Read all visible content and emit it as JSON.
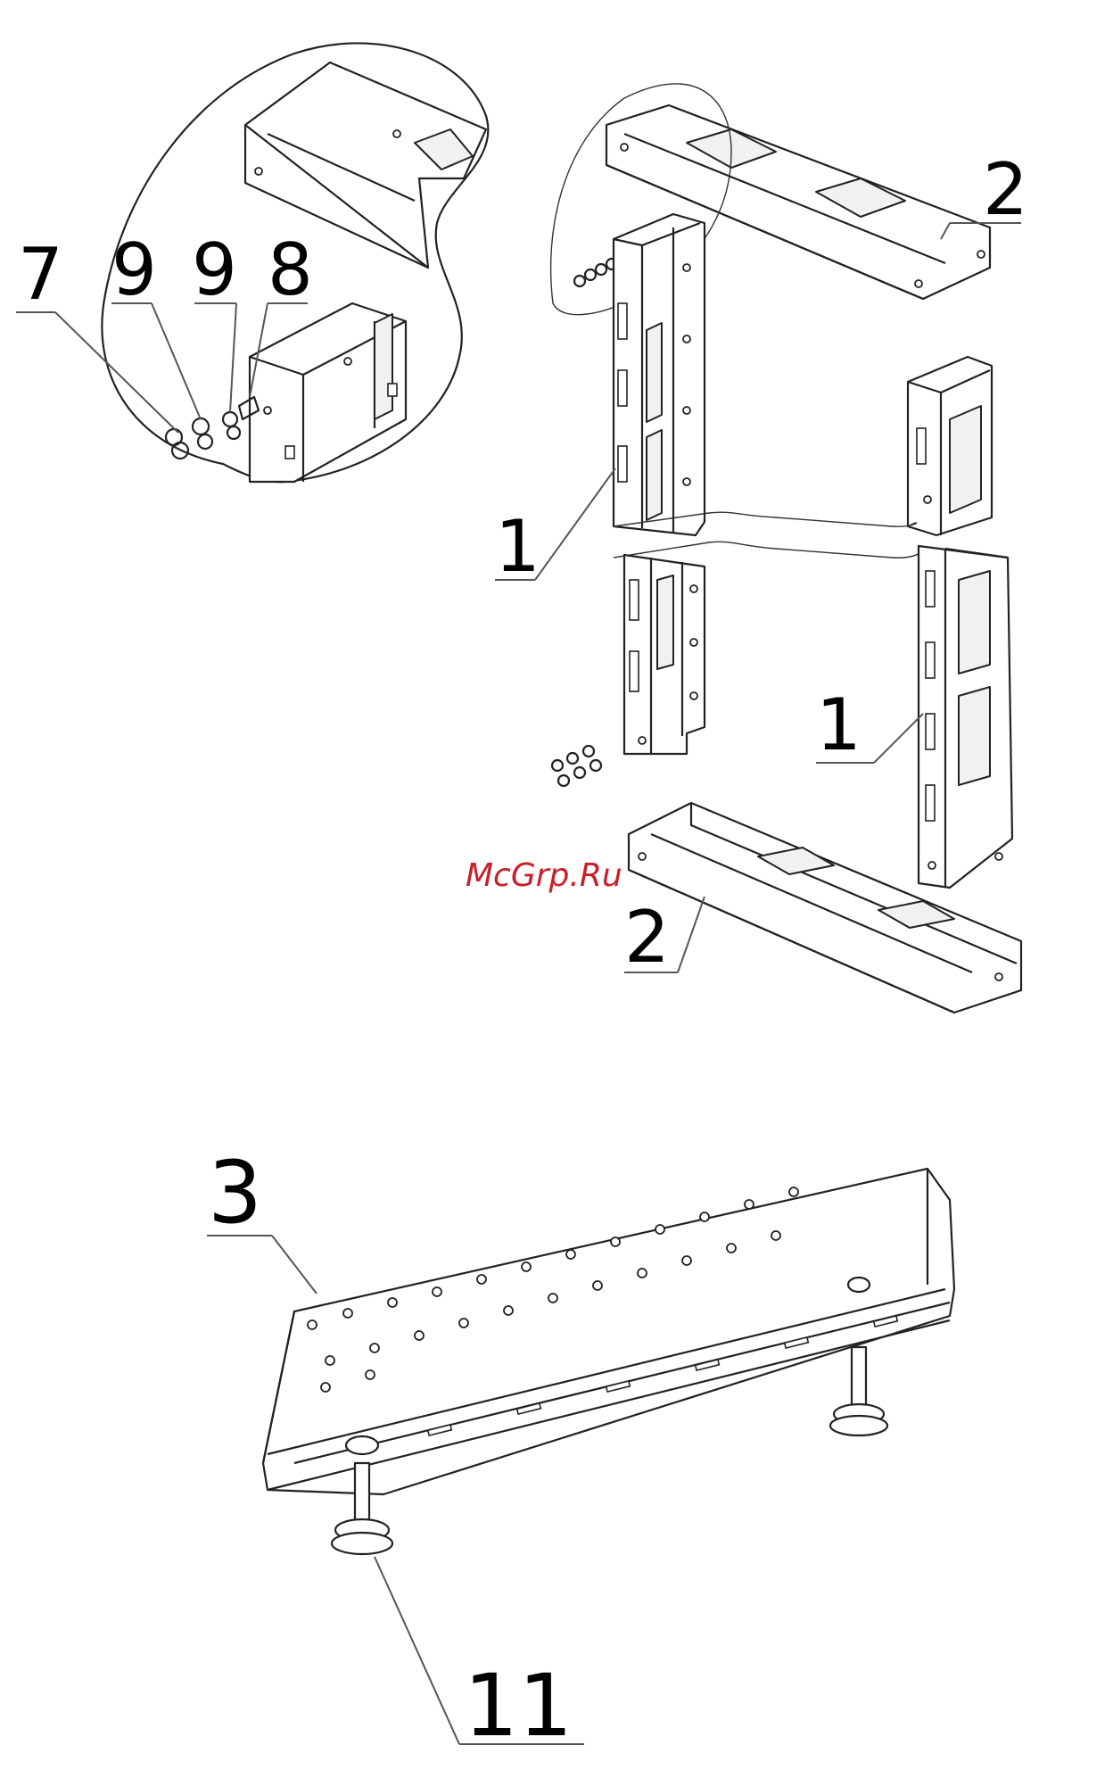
{
  "callouts": {
    "c7": "7",
    "c9a": "9",
    "c9b": "9",
    "c8": "8",
    "c2_top": "2",
    "c1_left": "1",
    "c1_right": "1",
    "c2_bottom": "2",
    "c3": "3",
    "c11": "11"
  },
  "watermark": {
    "text": "McGrp.Ru",
    "color": "#c8202a"
  },
  "colors": {
    "line": "#222222",
    "background": "#ffffff"
  }
}
